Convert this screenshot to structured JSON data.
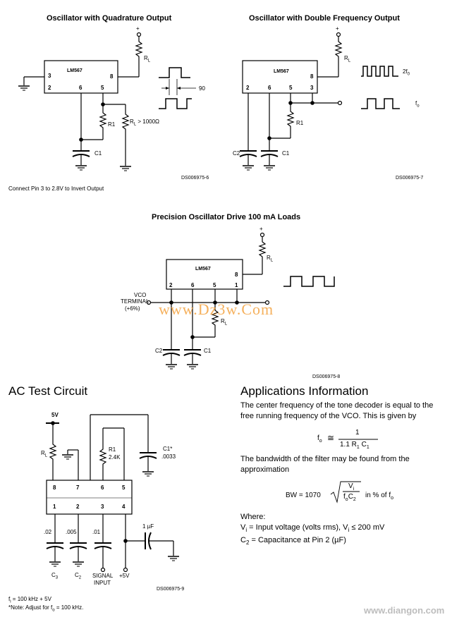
{
  "circuit1": {
    "title": "Oscillator with Quadrature Output",
    "chip": "LM567",
    "pin3": "3",
    "pin2": "2",
    "pin6": "6",
    "pin5": "5",
    "pin8": "8",
    "rl": "R",
    "rl_sub": "L",
    "r1": "R1",
    "c1": "C1",
    "rl2": "R",
    "rl2_sub": "L",
    "rl2_value": " > 1000Ω",
    "phase": "90",
    "code": "DS006975-6",
    "note": "Connect Pin 3 to 2.8V to Invert Output",
    "plus": "+"
  },
  "circuit2": {
    "title": "Oscillator with Double Frequency Output",
    "chip": "LM567",
    "pin2": "2",
    "pin6": "6",
    "pin5": "5",
    "pin3": "3",
    "pin8": "8",
    "rl": "R",
    "rl_sub": "L",
    "r1": "R1",
    "c2": "C2",
    "c1": "C1",
    "out1": "2f",
    "out1_sub": "0",
    "out2": "f",
    "out2_sub": "o",
    "code": "DS006975-7",
    "plus": "+"
  },
  "circuit3": {
    "title": "Precision Oscillator Drive 100 mA Loads",
    "chip": "LM567",
    "pin2": "2",
    "pin6": "6",
    "pin5": "5",
    "pin1": "1",
    "pin8": "8",
    "rl": "R",
    "rl_sub": "L",
    "rl_mid": "R",
    "rl_mid_sub": "L",
    "c2": "C2",
    "c1": "C1",
    "vco1": "VCO",
    "vco2": "TERMINAL",
    "vco3": "(+6%)",
    "code": "DS006975-8",
    "watermark": "www.Dz3w.Com",
    "plus": "+"
  },
  "ac_test": {
    "heading": "AC Test Circuit",
    "supply": "5V",
    "rl": "R",
    "rl_sub": "L",
    "r1": "R1",
    "r1_value": "2.4K",
    "c1": "C1*",
    "c1_value": ".0033",
    "pins_top": [
      "8",
      "7",
      "6",
      "5"
    ],
    "pins_bottom": [
      "1",
      "2",
      "3",
      "4"
    ],
    "cap1": ".02",
    "cap2": ".005",
    "cap3": ".01",
    "cap_out": "1 µF",
    "c3": "C",
    "c3_sub": "3",
    "c2": "C",
    "c2_sub": "2",
    "signal1": "SIGNAL",
    "signal2": "INPUT",
    "plus5v": "+5V",
    "code": "DS006975-9",
    "fi_label": "f",
    "fi_sub": "i",
    "fi_text": " = 100 kHz + 5V",
    "note": "*Note: Adjust for f",
    "note_sub": "o",
    "note_tail": " = 100 kHz."
  },
  "applications": {
    "heading": "Applications Information",
    "para1": "The center frequency of the tone decoder is equal to the free running frequency of the VCO. This is given by",
    "eq1_lhs": "f",
    "eq1_lhs_sub": "o",
    "eq1_approx": "≅",
    "eq1_num": "1",
    "eq1_den": "1.1  R",
    "eq1_den_sub": "1",
    "eq1_den_c": " C",
    "eq1_den_c_sub": "1",
    "para2": "The bandwidth of the filter may be found from the approximation",
    "eq2_lhs": "BW  =  1070",
    "eq2_num": "V",
    "eq2_num_sub": "i",
    "eq2_den": "f",
    "eq2_den_sub": "o",
    "eq2_den_c": "C",
    "eq2_den_c_sub": "2",
    "eq2_tail": "in  %  of  f",
    "eq2_tail_sub": "o",
    "where": "Where:",
    "vi_label": "V",
    "vi_sub": "i",
    "vi_text": " = Input voltage (volts rms), V",
    "vi_sub2": "i",
    "vi_tail": " ≤ 200 mV",
    "c2_label": "C",
    "c2_sub": "2",
    "c2_text": " = Capacitance at Pin 2 (µF)"
  },
  "footer_watermark": "www.diangon.com"
}
